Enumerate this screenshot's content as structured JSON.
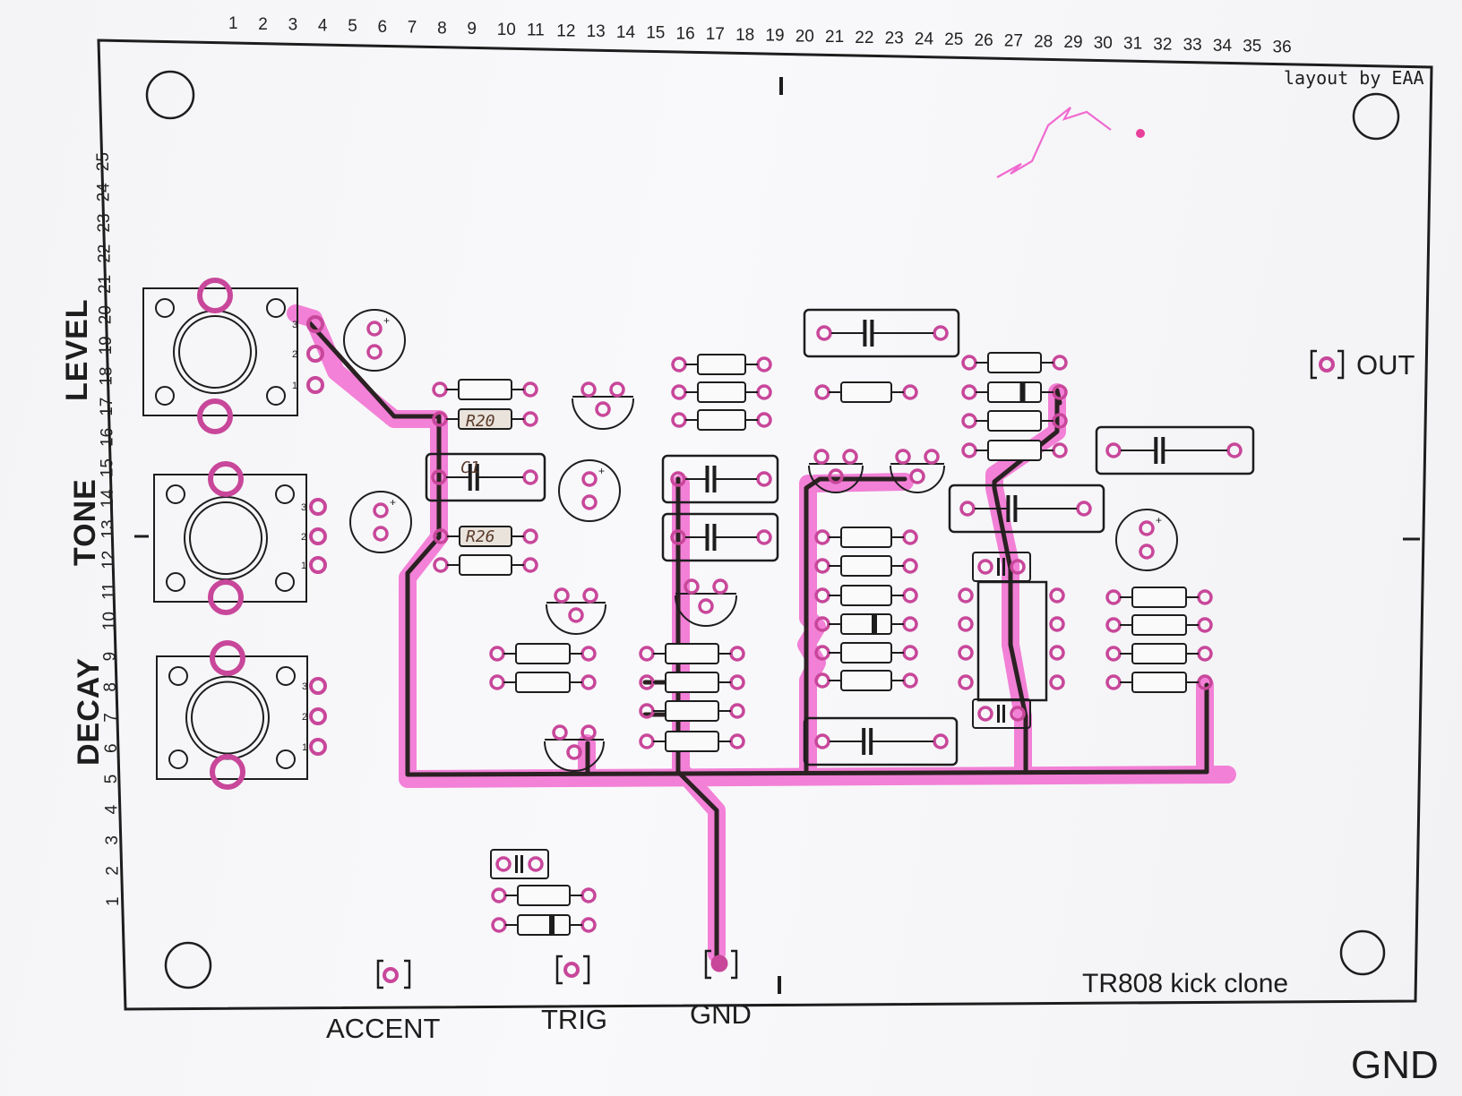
{
  "sheet": {
    "credit": "layout by EAA",
    "title": "TR808 kick clone",
    "margin_note": "GND"
  },
  "grid": {
    "columns": [
      "1",
      "2",
      "3",
      "4",
      "5",
      "6",
      "7",
      "8",
      "9",
      "10",
      "11",
      "12",
      "13",
      "14",
      "15",
      "16",
      "17",
      "18",
      "19",
      "20",
      "21",
      "22",
      "23",
      "24",
      "25",
      "26",
      "27",
      "28",
      "29",
      "30",
      "31",
      "32",
      "33",
      "34",
      "35",
      "36"
    ],
    "rows": [
      "1",
      "2",
      "3",
      "4",
      "5",
      "6",
      "7",
      "8",
      "9",
      "10",
      "11",
      "12",
      "13",
      "14",
      "15",
      "16",
      "17",
      "18",
      "19",
      "20",
      "21",
      "22",
      "23",
      "24",
      "25"
    ]
  },
  "pots": [
    {
      "label": "LEVEL"
    },
    {
      "label": "TONE"
    },
    {
      "label": "DECAY"
    }
  ],
  "pot_pins": [
    "3",
    "2",
    "1"
  ],
  "connectors": {
    "out": "OUT",
    "accent": "ACCENT",
    "trig": "TRIG",
    "gnd": "GND"
  },
  "handwritten_parts": [
    "R20",
    "C1",
    "R26"
  ],
  "colors": {
    "paper": "#f7f7f9",
    "ink": "#1a1a1a",
    "magenta_pad": "#c8479a",
    "highlighter": "#f06ad0",
    "marker_trace": "#2b2122"
  }
}
